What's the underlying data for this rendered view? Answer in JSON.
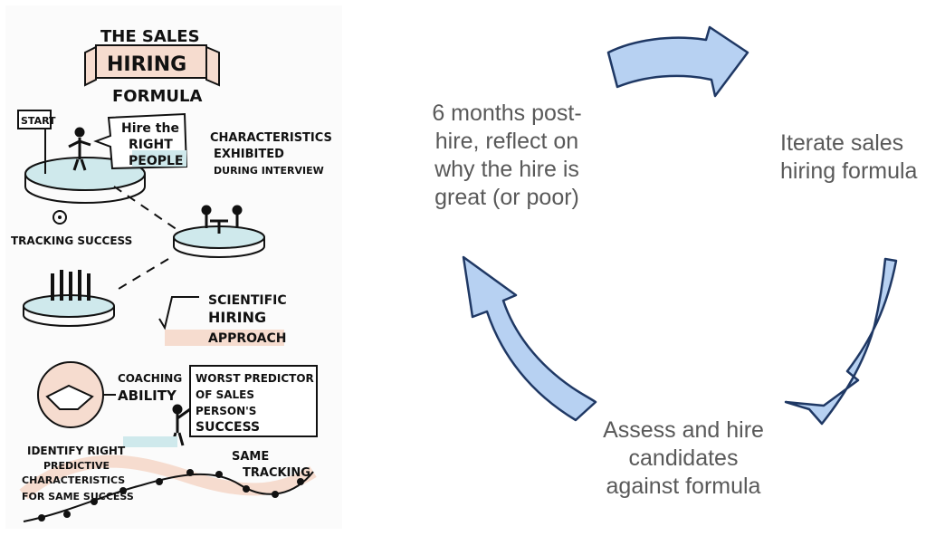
{
  "sketch": {
    "title_line1": "THE SALES",
    "title_line2": "HIRING",
    "title_line3": "FORMULA",
    "start_sign": "START",
    "bubble": [
      "Hire the",
      "RIGHT",
      "PEOPLE"
    ],
    "characteristics": [
      "CHARACTERISTICS",
      "EXHIBITED",
      "DURING INTERVIEW"
    ],
    "tracking_success": "TRACKING SUCCESS",
    "scientific": [
      "SCIENTIFIC",
      "HIRING",
      "APPROACH"
    ],
    "coaching": [
      "COACHING",
      "ABILITY"
    ],
    "worst_predictor": [
      "WORST PREDICTOR",
      "OF SALES",
      "PERSON'S",
      "SUCCESS"
    ],
    "identify": [
      "IDENTIFY RIGHT",
      "PREDICTIVE",
      "CHARACTERISTICS",
      "FOR SAME SUCCESS"
    ],
    "same_tracking": [
      "SAME",
      "TRACKING"
    ]
  },
  "cycle": {
    "arrow_color": "#b7d1f2",
    "arrow_stroke": "#1f3864",
    "text_color": "#595959",
    "steps": {
      "reflect": "6 months post-\nhire, reflect on\nwhy the hire is\ngreat (or poor)",
      "iterate": "Iterate sales\nhiring formula",
      "assess": "Assess and hire\ncandidates\nagainst formula"
    }
  }
}
